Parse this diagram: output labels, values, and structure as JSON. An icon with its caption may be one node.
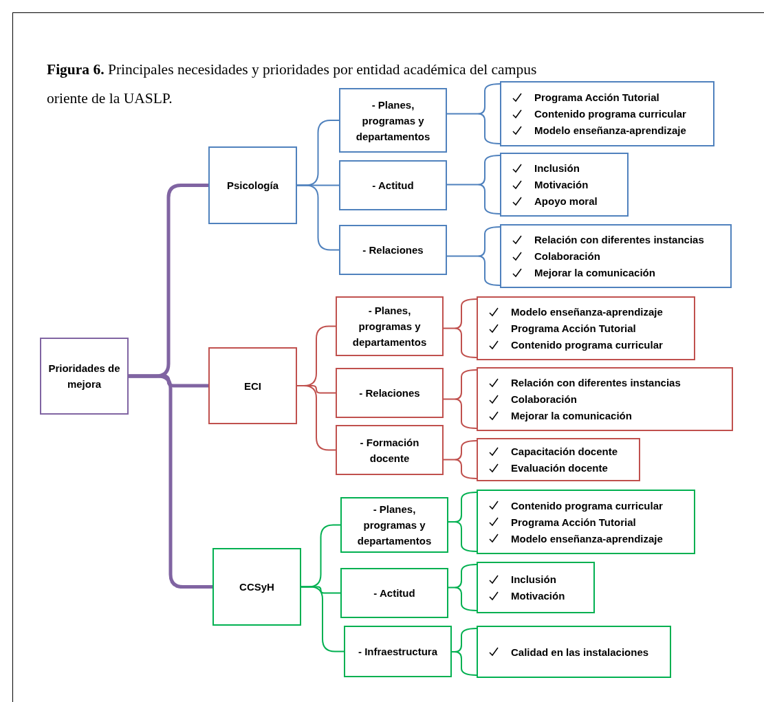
{
  "diagram": {
    "title": "**Figura 6.** Principales necesidades y prioridades por entidad académica del campus oriente de la UASLP.",
    "nodes": [
      {
        "text": [
          "Prioridades de mejora"
        ]
      },
      {
        "text": [
          "Psicología"
        ]
      },
      {
        "text": [
          "- Planes, programas y departamentos"
        ]
      },
      {
        "text": [
          "Programa Acción Tutorial",
          "Contenido programa curricular",
          "Modelo enseñanza-aprendizaje"
        ]
      },
      {
        "text": [
          "- Actitud"
        ]
      },
      {
        "text": [
          "Inclusión",
          "Motivación",
          "Apoyo moral"
        ]
      },
      {
        "text": [
          "- Relaciones"
        ]
      },
      {
        "text": [
          "Relación con diferentes instancias",
          "Colaboración",
          "Mejorar la comunicación"
        ]
      },
      {
        "text": [
          "ECI"
        ]
      },
      {
        "text": [
          "- Planes, programas y departamentos"
        ]
      },
      {
        "text": [
          "Modelo enseñanza-aprendizaje",
          "Programa Acción Tutorial",
          "Contenido programa curricular"
        ]
      },
      {
        "text": [
          "- Relaciones"
        ]
      },
      {
        "text": [
          "Relación con diferentes instancias",
          "Colaboración",
          "Mejorar la comunicación"
        ]
      },
      {
        "text": [
          "- Formación docente"
        ]
      },
      {
        "text": [
          "Capacitación docente",
          "Evaluación docente"
        ]
      },
      {
        "text": [
          "CCSyH"
        ]
      },
      {
        "text": [
          "- Planes, programas y departamentos"
        ]
      },
      {
        "text": [
          "Contenido programa curricular",
          "Programa Acción Tutorial",
          "Modelo enseñanza-aprendizaje"
        ]
      },
      {
        "text": [
          "- Actitud"
        ]
      },
      {
        "text": [
          "Inclusión",
          "Motivación"
        ]
      },
      {
        "text": [
          "- Infraestructura"
        ]
      },
      {
        "text": [
          "Calidad en las instalaciones"
        ]
      }
    ],
    "edges": [
      {
        "from": 0,
        "to": 1,
        "arrow": "none",
        "color": "#8064a2",
        "style": "thick"
      },
      {
        "from": 0,
        "to": 8,
        "arrow": "none",
        "color": "#8064a2",
        "style": "thick"
      },
      {
        "from": 0,
        "to": 15,
        "arrow": "none",
        "color": "#8064a2",
        "style": "thick"
      },
      {
        "from": 1,
        "to": 2,
        "arrow": "none",
        "color": "#4f81bd"
      },
      {
        "from": 1,
        "to": 4,
        "arrow": "none",
        "color": "#4f81bd"
      },
      {
        "from": 1,
        "to": 6,
        "arrow": "none",
        "color": "#4f81bd"
      },
      {
        "from": 2,
        "to": 3,
        "arrow": "none",
        "color": "#4f81bd"
      },
      {
        "from": 4,
        "to": 5,
        "arrow": "none",
        "color": "#4f81bd"
      },
      {
        "from": 6,
        "to": 7,
        "arrow": "none",
        "color": "#4f81bd"
      },
      {
        "from": 8,
        "to": 9,
        "arrow": "none",
        "color": "#c0504d"
      },
      {
        "from": 8,
        "to": 11,
        "arrow": "none",
        "color": "#c0504d"
      },
      {
        "from": 8,
        "to": 13,
        "arrow": "none",
        "color": "#c0504d"
      },
      {
        "from": 9,
        "to": 10,
        "arrow": "none",
        "color": "#c0504d"
      },
      {
        "from": 11,
        "to": 12,
        "arrow": "none",
        "color": "#c0504d"
      },
      {
        "from": 13,
        "to": 14,
        "arrow": "none",
        "color": "#c0504d"
      },
      {
        "from": 15,
        "to": 16,
        "arrow": "none",
        "color": "#00b050"
      },
      {
        "from": 15,
        "to": 18,
        "arrow": "none",
        "color": "#00b050"
      },
      {
        "from": 15,
        "to": 20,
        "arrow": "none",
        "color": "#00b050"
      },
      {
        "from": 16,
        "to": 17,
        "arrow": "none",
        "color": "#00b050"
      },
      {
        "from": 18,
        "to": 19,
        "arrow": "none",
        "color": "#00b050"
      },
      {
        "from": 20,
        "to": 21,
        "arrow": "none",
        "color": "#00b050"
      }
    ]
  }
}
